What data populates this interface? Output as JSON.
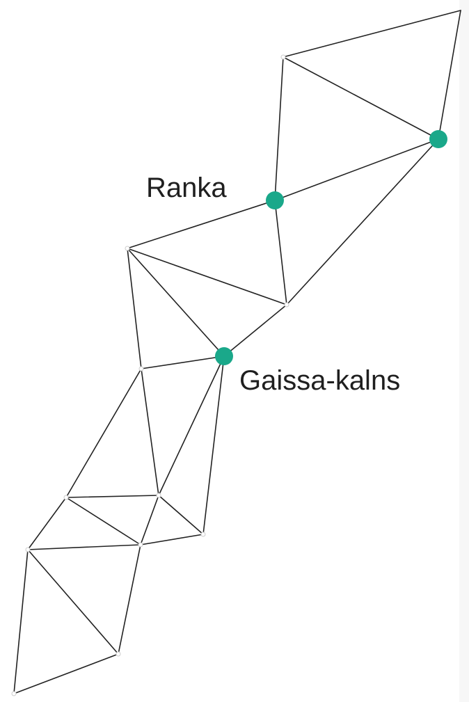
{
  "network": {
    "stations": [
      {
        "id": "ranka",
        "label": "Ranka"
      },
      {
        "id": "gaissa",
        "label": "Gaissa-kalns"
      },
      {
        "id": "east",
        "label": ""
      }
    ],
    "colors": {
      "station": "#1aa88a",
      "edge": "#222222",
      "label": "#1f1f1f"
    }
  }
}
